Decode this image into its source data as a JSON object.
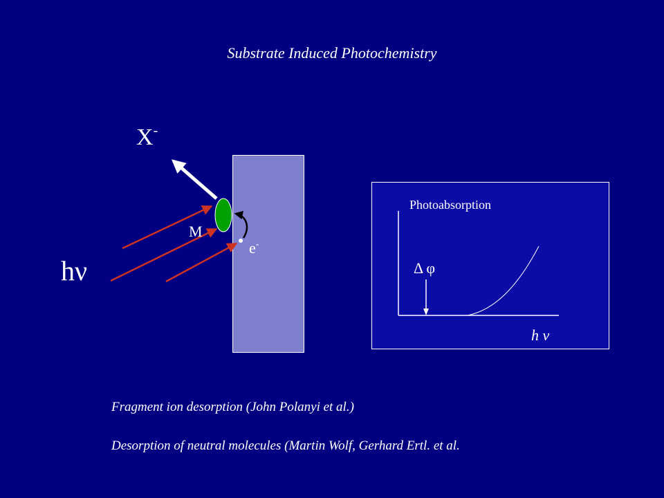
{
  "title": "Substrate Induced Photochemistry",
  "diagram": {
    "fragment_label": "X",
    "fragment_charge": "-",
    "molecule_label": "M",
    "electron_label": "e",
    "electron_charge": "-",
    "photon_label": "hν",
    "colors": {
      "background": "#000080",
      "surface": "#7f7fcf",
      "molecule": "#00a000",
      "photon_arrows": "#cc3322",
      "inset_background": "#0b0ba6"
    }
  },
  "inset": {
    "title": "Photoabsorption",
    "delta_phi": "Δ  φ",
    "x_axis": "h ν"
  },
  "footnotes": [
    "Fragment ion desorption (John Polanyi et al.)",
    "Desorption of neutral molecules (Martin Wolf, Gerhard Ertl. et al."
  ]
}
